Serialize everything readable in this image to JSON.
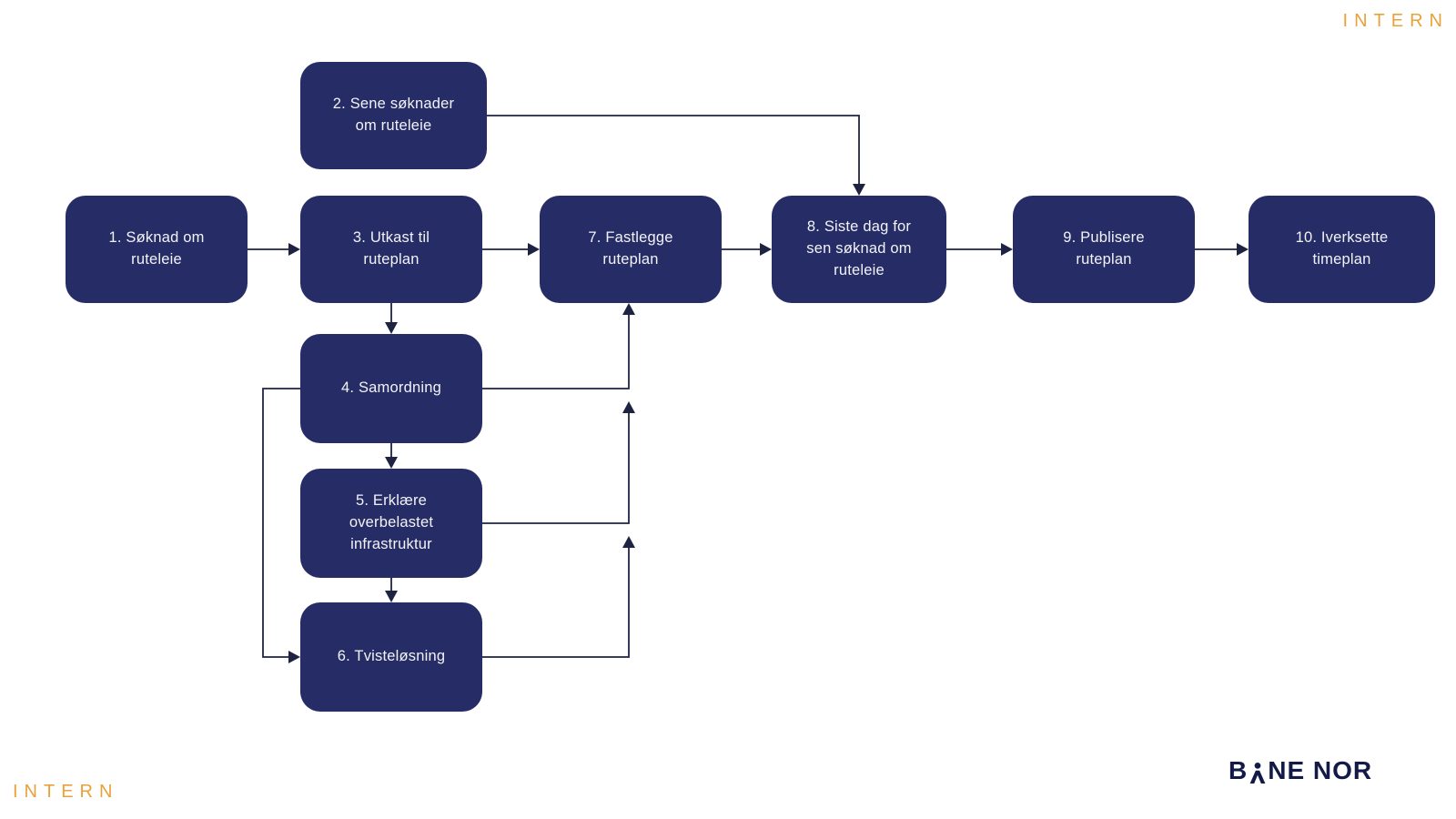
{
  "page": {
    "background": "#ffffff",
    "watermark_top": "INTERN",
    "watermark_bottom": "INTERN",
    "watermark_color": "#e9a23b",
    "node_fill_color": "#262c66",
    "node_text_color": "#f2f3f7",
    "connector_color": "#1e2342"
  },
  "logo": {
    "full": "BANE NOR",
    "before_a": "B",
    "after_a": "NE NOR",
    "color": "#131a47"
  },
  "diagram": {
    "nodes": [
      {
        "id": "1",
        "label": "1. Søknad om\nruteleie"
      },
      {
        "id": "2",
        "label": "2. Sene søknader\nom ruteleie"
      },
      {
        "id": "3",
        "label": "3. Utkast til\nruteplan"
      },
      {
        "id": "4",
        "label": "4. Samordning"
      },
      {
        "id": "5",
        "label": "5. Erklære\noverbelastet\ninfrastruktur"
      },
      {
        "id": "6",
        "label": "6. Tvisteløsning"
      },
      {
        "id": "7",
        "label": "7. Fastlegge\nruteplan"
      },
      {
        "id": "8",
        "label": "8. Siste dag for\nsen søknad om\nruteleie"
      },
      {
        "id": "9",
        "label": "9. Publisere\nruteplan"
      },
      {
        "id": "10",
        "label": "10. Iverksette\ntimeplan"
      }
    ],
    "edges": [
      {
        "from": "1",
        "to": "3"
      },
      {
        "from": "2",
        "to": "8"
      },
      {
        "from": "3",
        "to": "7"
      },
      {
        "from": "3",
        "to": "4"
      },
      {
        "from": "4",
        "to": "5"
      },
      {
        "from": "4",
        "to": "6"
      },
      {
        "from": "4",
        "to": "7"
      },
      {
        "from": "5",
        "to": "6"
      },
      {
        "from": "5",
        "to": "7"
      },
      {
        "from": "6",
        "to": "7"
      },
      {
        "from": "7",
        "to": "8"
      },
      {
        "from": "8",
        "to": "9"
      },
      {
        "from": "9",
        "to": "10"
      }
    ]
  }
}
